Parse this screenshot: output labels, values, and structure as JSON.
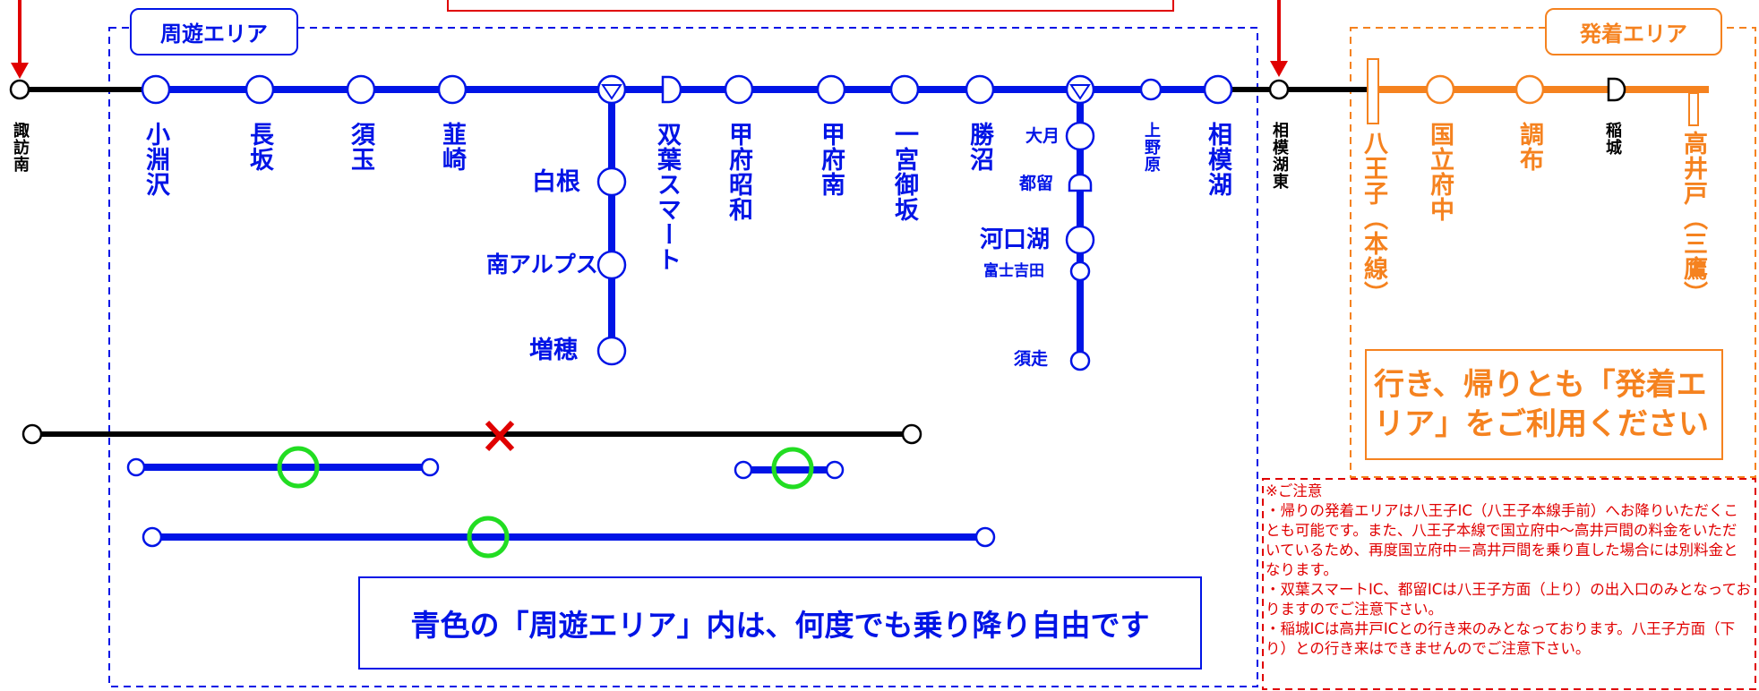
{
  "area_tabs": {
    "shuyu": "周遊エリア",
    "hatchaku": "発着エリア"
  },
  "stations_left": {
    "suwa_minami": "諏訪南"
  },
  "stations_main": {
    "kobuchizawa": "小淵沢",
    "nagasaka": "長坂",
    "sudama": "須玉",
    "nirasaki": "韮崎",
    "futaba_smart": "双葉スマート",
    "kofu_showa": "甲府昭和",
    "kofu_minami": "甲府南",
    "ichinomiya_misaka": "一宮御坂",
    "katsunuma": "勝沼",
    "uenohara": "上野原",
    "sagamiko": "相模湖"
  },
  "stations_branch1": {
    "shirane": "白根",
    "minami_alps": "南アルプス",
    "masuho": "増穂"
  },
  "stations_branch2": {
    "otsuki": "大月",
    "tsuru": "都留",
    "kawaguchiko": "河口湖",
    "fujiyoshida": "富士吉田",
    "subashiri": "須走"
  },
  "stations_east": {
    "sagamiko_higashi": "相模湖東",
    "hachioji": "八王子（本線）",
    "kunitachi_fuchu": "国立府中",
    "chofu": "調布",
    "inagi": "稲城",
    "takaido": "高井戸（三鷹）"
  },
  "messages": {
    "hatchaku": "行き、帰りとも「発着エリア」をご利用ください",
    "shuyu": "青色の「周遊エリア」内は、何度でも乗り降り自由です"
  },
  "notes": [
    "※ご注意",
    "・帰りの発着エリアは八王子IC（八王子本線手前）へお降りいただくことも可能です。また、八王子本線で国立府中～高井戸間の料金をいただいているため、再度国立府中＝高井戸間を乗り直した場合には別料金となります。",
    "・双葉スマートIC、都留ICは八王子方面（上り）の出入口のみとなっておりますのでご注意下さい。",
    "・稲城ICは高井戸ICとの行き来のみとなっております。八王子方面（下り）との行き来はできませんのでご注意下さい。"
  ],
  "colors": {
    "blue": "#0014e6",
    "orange": "#f5821f",
    "black": "#000000",
    "red": "#e00000",
    "green": "#22dd22"
  }
}
